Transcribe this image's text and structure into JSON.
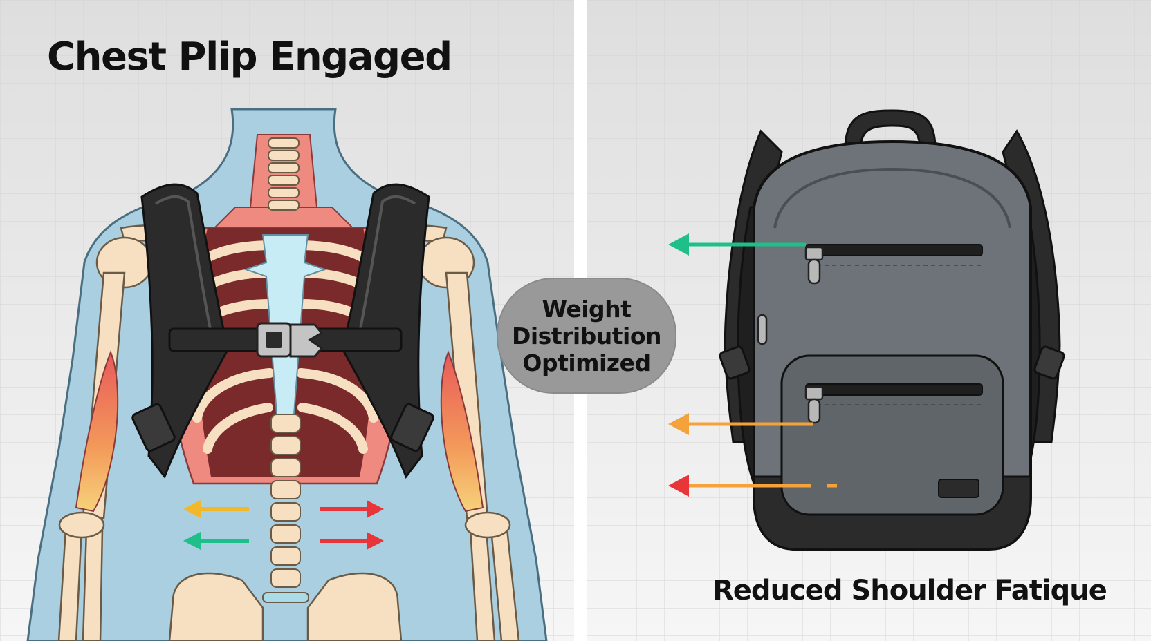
{
  "left_panel": {
    "title": "Chest Plip Engaged"
  },
  "badge": {
    "lines": [
      "Weight",
      "Distribution",
      "Optimized"
    ]
  },
  "right_panel": {
    "caption": "Reduced Shoulder Fatique"
  },
  "colors": {
    "panel_background": "#e6e6e6",
    "grid": "#d3d3d3",
    "skin": "#a9cfe0",
    "muscle": "#ef8a80",
    "bone": "#f7dfc2",
    "strap": "#2b2b2b",
    "bag_body": "#6d7378",
    "arrow_green": "#1fbf8a",
    "arrow_orange": "#f5a23a",
    "arrow_red": "#e8353a",
    "arrow_yellow": "#f0b82a"
  }
}
